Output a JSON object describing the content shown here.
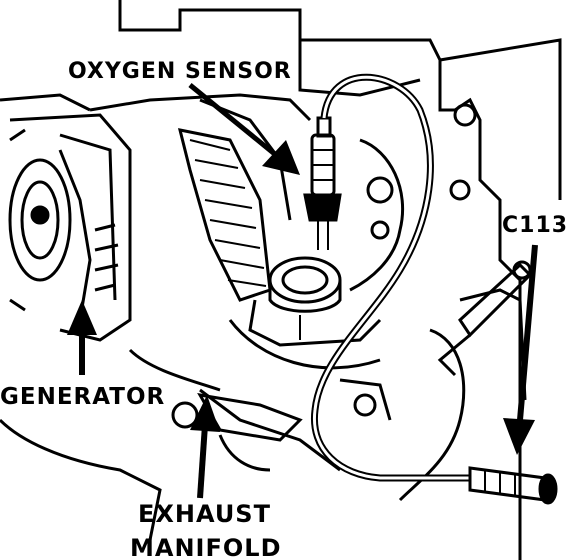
{
  "labels": {
    "oxygen_sensor": "OXYGEN SENSOR",
    "c113": "C113",
    "generator": "GENERATOR",
    "exhaust_line1": "EXHAUST",
    "exhaust_line2": "MANIFOLD"
  },
  "colors": {
    "ink": "#000000",
    "paper": "#ffffff"
  }
}
